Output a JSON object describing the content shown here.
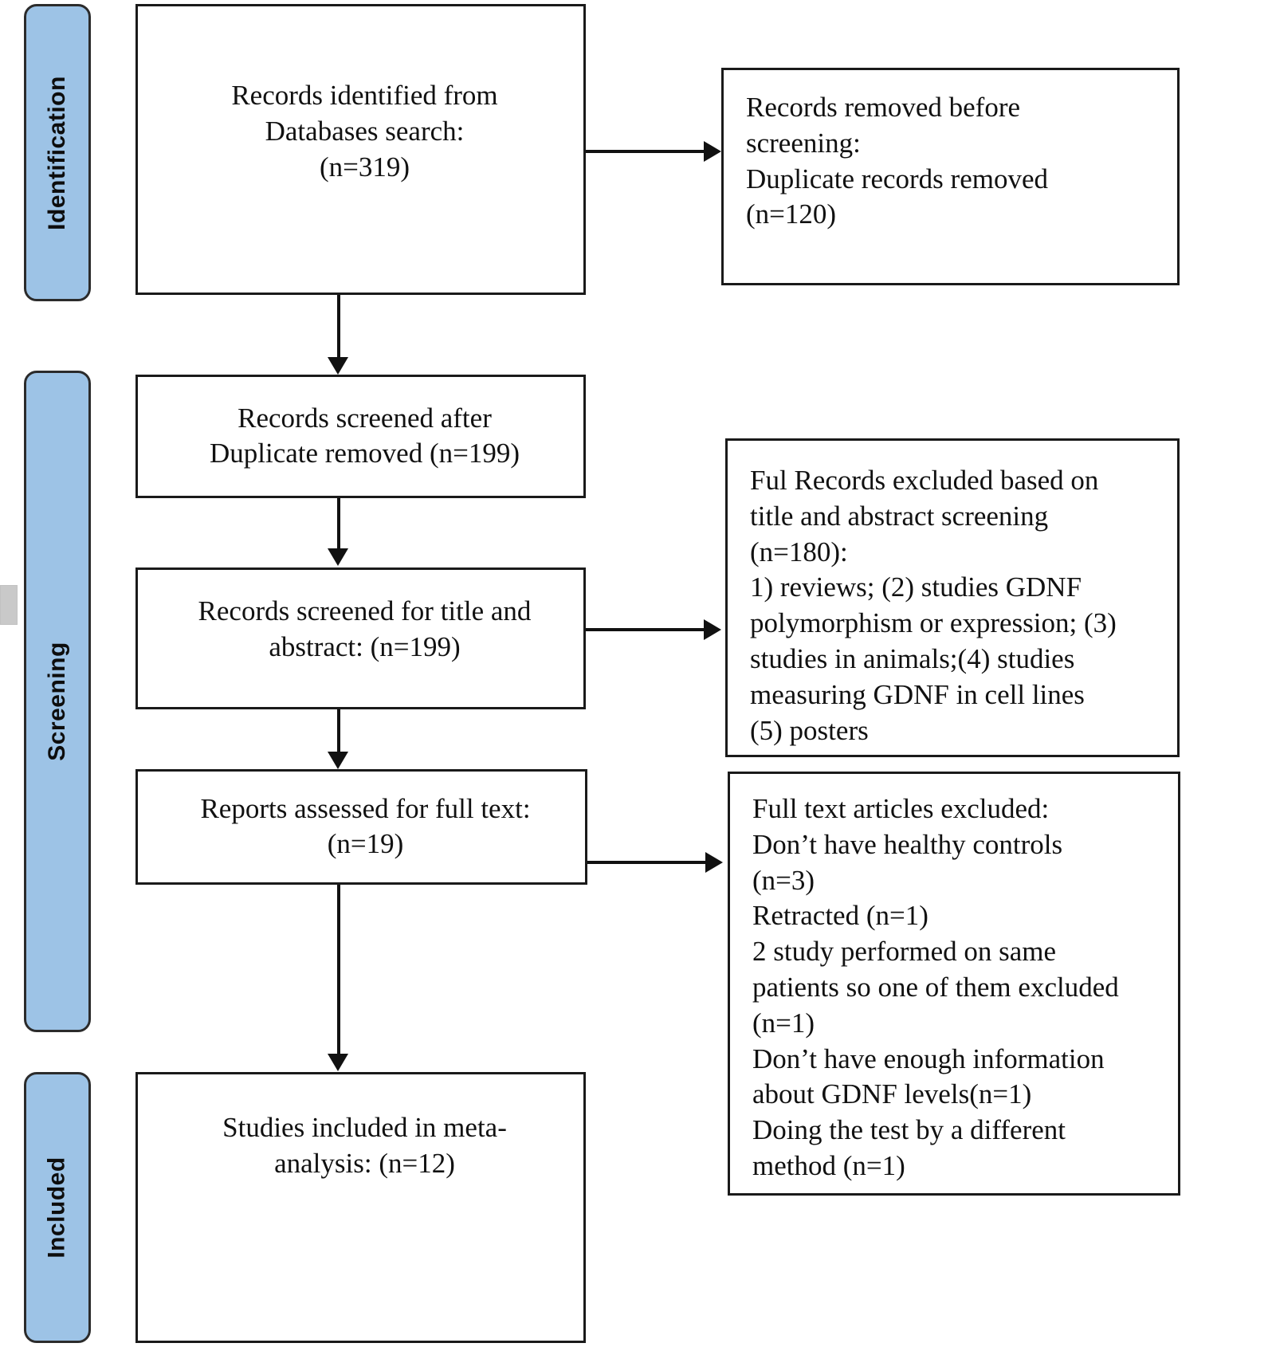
{
  "diagram": {
    "type": "prisma-flow-diagram",
    "title": "PRISMA study selection flow diagram"
  },
  "phases": [
    {
      "id": "identification",
      "label": "Identification"
    },
    {
      "id": "screening",
      "label": "Screening"
    },
    {
      "id": "included",
      "label": "Included"
    }
  ],
  "nodes": {
    "identified": {
      "label": "Records identified from Databases search",
      "text": "Records identified from\nDatabases search:\n(n=319)",
      "n": 319
    },
    "removed_before_screening": {
      "label": "Records removed before screening",
      "text": "Records removed before\nscreening:\nDuplicate records removed\n(n=120)",
      "n": 120
    },
    "screened_after_duplicates": {
      "label": "Records screened after duplicates removed",
      "text": "Records screened after\nDuplicate removed (n=199)",
      "n": 199
    },
    "screened_title_abstract": {
      "label": "Records screened for title and abstract",
      "text": "Records screened for title and\nabstract: (n=199)",
      "n": 199
    },
    "excluded_title_abstract": {
      "label": "Records excluded on title and abstract screening",
      "text": "Ful Records excluded based on\ntitle and abstract screening\n(n=180):\n1) reviews; (2) studies GDNF\npolymorphism or expression; (3)\nstudies in animals;(4) studies\nmeasuring GDNF in cell lines\n(5) posters",
      "n": 180
    },
    "full_text_assessed": {
      "label": "Reports assessed for full text",
      "text": "Reports assessed for full text:\n(n=19)",
      "n": 19
    },
    "full_text_excluded": {
      "label": "Full text articles excluded",
      "text": "Full text articles excluded:\nDon’t have healthy controls\n(n=3)\nRetracted (n=1)\n2 study performed on same\npatients so one of them excluded\n(n=1)\nDon’t have enough information\nabout GDNF levels(n=1)\nDoing the test by a different\nmethod (n=1)"
    },
    "included_meta": {
      "label": "Studies included in meta-analysis",
      "text": "Studies included in meta-\nanalysis: (n=12)",
      "n": 12
    }
  },
  "colors": {
    "phase_bar_fill": "#9dc3e6",
    "phase_bar_border": "#2b2b2b",
    "node_border": "#1a1a1a",
    "node_fill": "#ffffff",
    "connector": "#111111",
    "edge_tab": "#c9c9c9"
  }
}
